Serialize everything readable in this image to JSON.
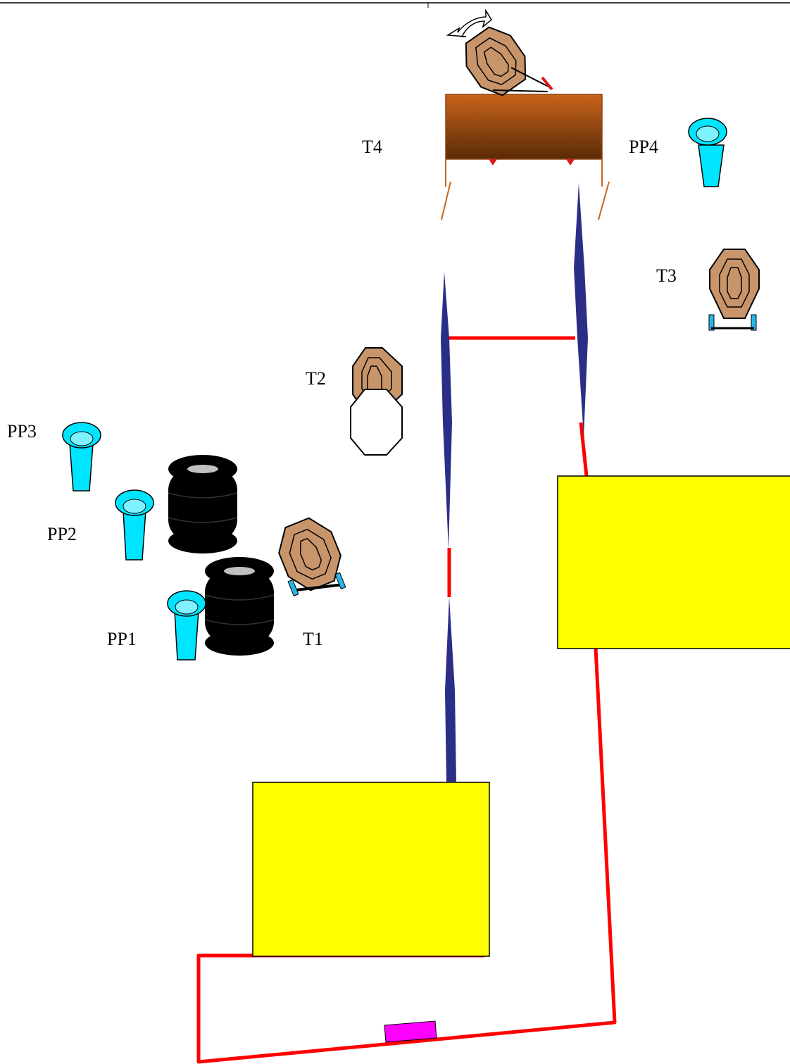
{
  "labels": {
    "t1": "T1",
    "t2": "T2",
    "t3": "T3",
    "t4": "T4",
    "pp1": "PP1",
    "pp2": "PP2",
    "pp3": "PP3",
    "pp4": "PP4"
  },
  "colors": {
    "fault_line": "#ff0000",
    "wall": "#2b2e86",
    "barrel": "#00e5ff",
    "barrel_top": "#7ff2ff",
    "target": "#c8956a",
    "tire": "#000000",
    "tire_hole": "#c0c0c0",
    "barricade_block": "#ffff00",
    "start_marker": "#ff00ff",
    "table_top": "#c8641a",
    "table_bottom": "#5a2a08",
    "stand_blue": "#29b6e6"
  },
  "icons": {
    "targets": "steel-target-icon",
    "no_shoot": "no-shoot-target-icon",
    "barrels": "barrel-icon",
    "tires": "tire-stack-icon",
    "turning_target": "rotate-arrow-icon",
    "start": "start-position-icon",
    "table": "table-icon"
  }
}
